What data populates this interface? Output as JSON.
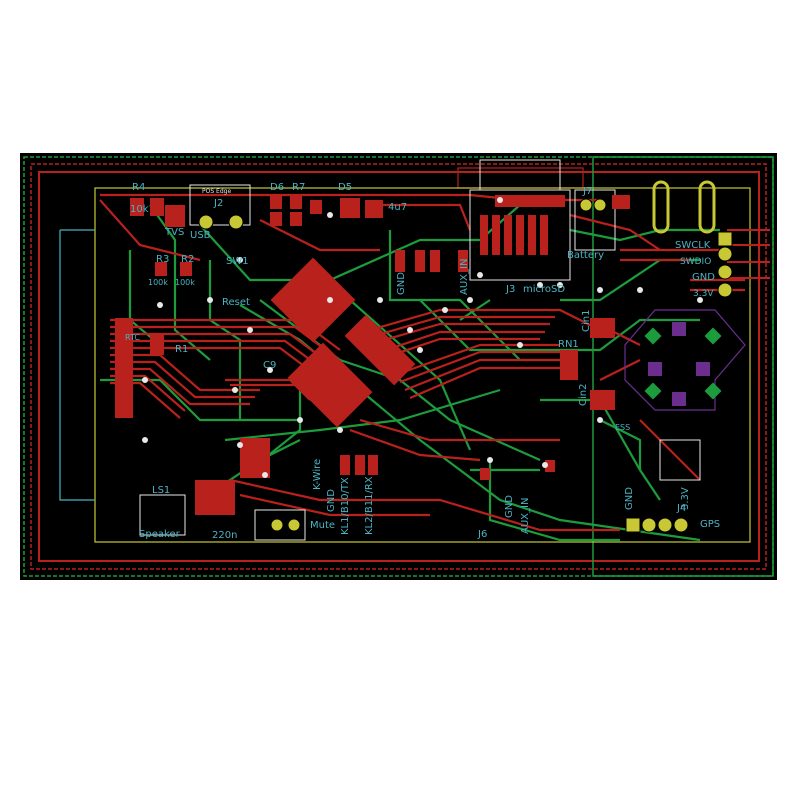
{
  "refs": {
    "r4": "R4",
    "r4v": "10k",
    "d6": "D6",
    "r7": "R7",
    "d5": "D5",
    "j2": "J2",
    "j7": "J7",
    "j4": "J4",
    "j6": "J6",
    "j3": "J3",
    "sw1": "SW1",
    "rn1": "RN1",
    "r3": "R3",
    "r2": "R2",
    "r1": "R1",
    "ls1": "LS1",
    "cin1": "Cin1",
    "cin2": "Cin2",
    "c9": "C9"
  },
  "labels": {
    "tvs": "TVS",
    "usb": "USB",
    "reset": "Reset",
    "microsd": "microSD",
    "battery": "Battery",
    "speaker": "Speaker",
    "mute": "Mute",
    "gps": "GPS",
    "swclk": "SWCLK",
    "swdio": "SWDIO",
    "gnd": "GND",
    "v33": "3.3V",
    "kwire": "K-Wire",
    "kl1": "KL1/B10/TX",
    "kl2": "KL2/B11/RX",
    "aux": "AUX_IN",
    "r100k": "100k",
    "r220": "220n",
    "r4u7": "4u7",
    "rtc": "RTC",
    "ess": "ESS",
    "pos": "POS Edge"
  },
  "colors": {
    "board": "#000000",
    "edge": "#c8c834",
    "fcu": "#b8211c",
    "bcu": "#1c9c3c",
    "silk": "#4ab3c4",
    "pad": "#c8c834",
    "courtyard": "#6b2e8f"
  }
}
